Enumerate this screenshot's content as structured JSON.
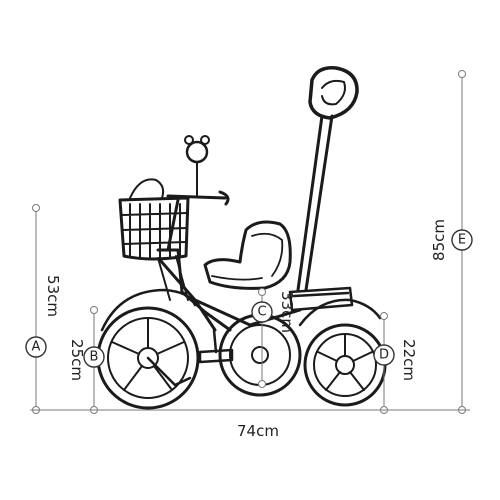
{
  "dimensions": {
    "A": {
      "badge": "A",
      "value": "53cm"
    },
    "B": {
      "badge": "B",
      "value": "25cm"
    },
    "C": {
      "badge": "C",
      "value": "33cm"
    },
    "D": {
      "badge": "D",
      "value": "22cm"
    },
    "E": {
      "badge": "E",
      "value": "85cm"
    },
    "total_length": {
      "value": "74cm"
    }
  }
}
